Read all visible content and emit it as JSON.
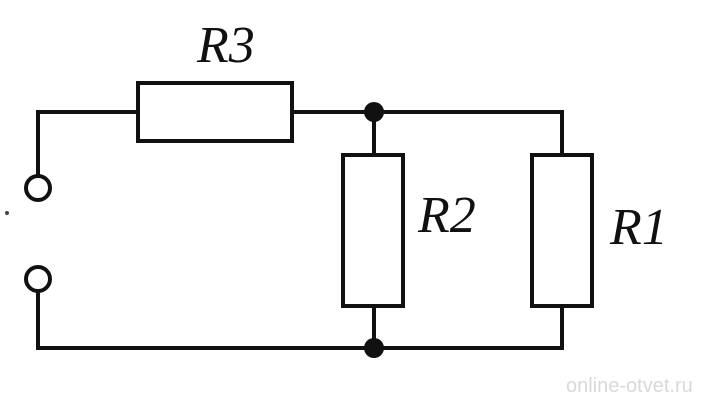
{
  "diagram": {
    "components": {
      "r3": {
        "label": "R3"
      },
      "r2": {
        "label": "R2"
      },
      "r1": {
        "label": "R1"
      }
    },
    "watermark": "online-otvet.ru"
  }
}
